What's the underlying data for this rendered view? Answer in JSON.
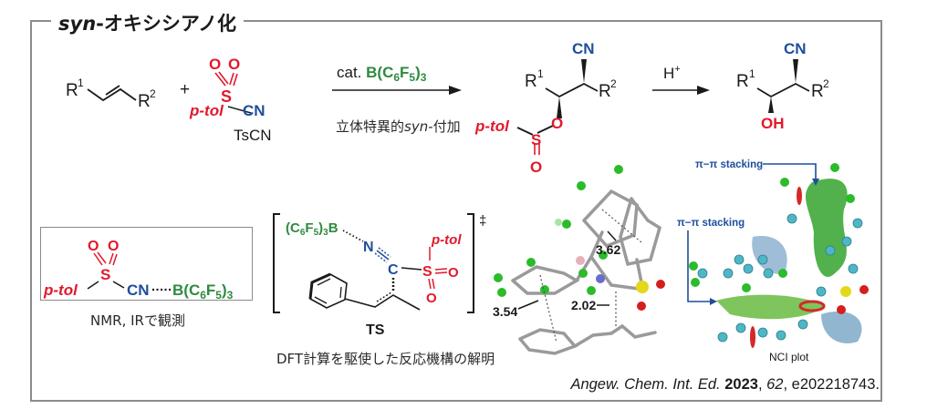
{
  "panel": {
    "title_italic": "syn",
    "title_rest": "-オキシシアノ化"
  },
  "reaction": {
    "alkene": {
      "r1": "R",
      "r1_sup": "1",
      "r2": "R",
      "r2_sup": "2"
    },
    "plus": "+",
    "reagent": {
      "ptol": "p-tol",
      "s": "S",
      "o": "O",
      "cn": "CN",
      "name": "TsCN"
    },
    "step1": {
      "cat_prefix": "cat. ",
      "catalyst": "B(C6F5)3",
      "note_pre": "立体特異的",
      "note_italic": "syn",
      "note_post": "-付加"
    },
    "intermediate": {
      "r1": "R",
      "r1_sup": "1",
      "r2": "R",
      "r2_sup": "2",
      "cn": "CN",
      "o": "O",
      "s": "S",
      "o2": "O",
      "ptol": "p-tol"
    },
    "step2": {
      "reagent": "H",
      "reagent_sup": "+"
    },
    "product": {
      "r1": "R",
      "r1_sup": "1",
      "r2": "R",
      "r2_sup": "2",
      "cn": "CN",
      "oh": "OH"
    }
  },
  "adduct_box": {
    "ptol": "p-tol",
    "s": "S",
    "o": "O",
    "cn": "CN",
    "borane": "B(C6F5)3",
    "caption": "NMR, IRで観測"
  },
  "transition_state": {
    "borane": "(C6F5)3B",
    "n": "N",
    "c": "C",
    "s": "S",
    "o": "O",
    "ptol": "p-tol",
    "dagger": "‡",
    "label": "TS",
    "caption": "DFT計算を駆使した反応機構の解明"
  },
  "dft_model": {
    "distances": [
      "3.62",
      "3.54",
      "2.02"
    ]
  },
  "nci_plot": {
    "stacking_label_1": "π−π stacking",
    "stacking_label_2": "π−π stacking",
    "caption": "NCI plot"
  },
  "citation": {
    "journal": "Angew. Chem. Int. Ed.",
    "year": "2023",
    "volume": "62",
    "article": "e202218743."
  },
  "colors": {
    "red": "#e1192c",
    "blue": "#1e4f9c",
    "green": "#2e8b3e",
    "frame": "#8c8c8c"
  }
}
